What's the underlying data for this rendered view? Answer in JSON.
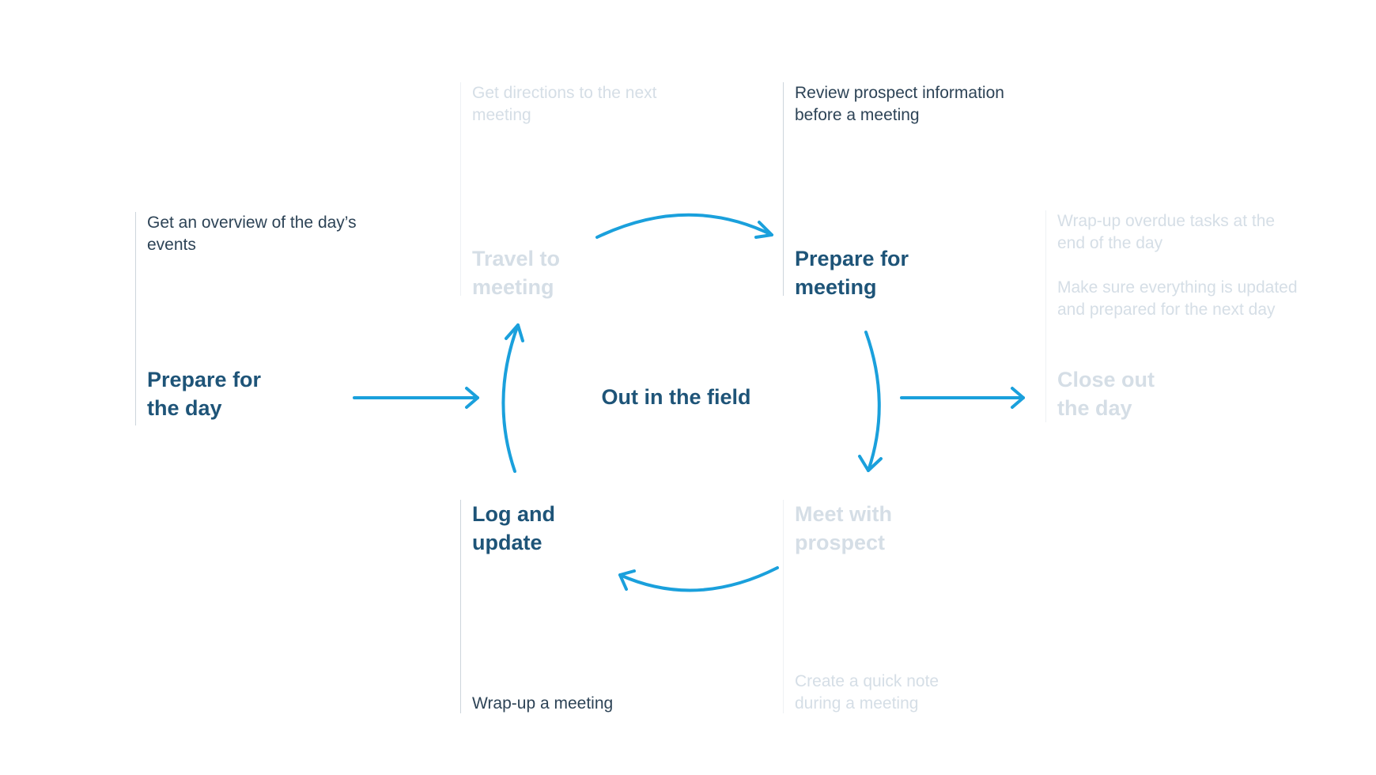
{
  "diagram": {
    "center": "Out in the field",
    "stages": {
      "prepare_day": {
        "title": "Prepare for the day",
        "description": "Get an overview of the day’s events"
      },
      "travel": {
        "title": "Travel to meeting",
        "description": "Get directions to the next meeting"
      },
      "prepare_meeting": {
        "title": "Prepare for meeting",
        "description": "Review prospect information before a meeting"
      },
      "close_out": {
        "title": "Close out the day",
        "descriptions": [
          "Wrap-up overdue tasks at the end of the day",
          "Make sure everything is updated and prepared for the next day"
        ]
      },
      "log_update": {
        "title": "Log and update",
        "description": "Wrap-up a meeting"
      },
      "meet": {
        "title": "Meet with prospect",
        "description": "Create a quick note during a meeting"
      }
    },
    "colors": {
      "arrow": "#1aa0dc",
      "title_active": "#1e5478",
      "text_active": "#2d4356",
      "text_faded": "#d5dee6",
      "divider": "#cdd5dc"
    }
  }
}
